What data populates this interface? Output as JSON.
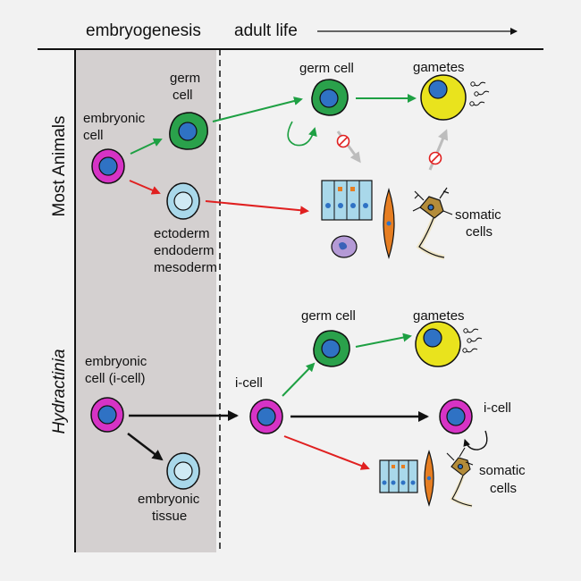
{
  "header": {
    "embryogenesis": "embryogenesis",
    "adult_life": "adult life"
  },
  "sections": {
    "most_animals": "Most Animals",
    "hydractinia": "Hydractinia"
  },
  "top": {
    "embryonic_cell_1": "embryonic",
    "embryonic_cell_2": "cell",
    "germ_cell_1": "germ",
    "germ_cell_2": "cell",
    "germ_cell_adult": "germ cell",
    "gametes": "gametes",
    "ectoderm": "ectoderm",
    "endoderm": "endoderm",
    "mesoderm": "mesoderm",
    "somatic_1": "somatic",
    "somatic_2": "cells"
  },
  "bottom": {
    "embryonic_cell_1": "embryonic",
    "embryonic_cell_2": "cell (i-cell)",
    "embryonic_tissue_1": "embryonic",
    "embryonic_tissue_2": "tissue",
    "icell_mid": "i-cell",
    "icell_right": "i-cell",
    "germ_cell": "germ cell",
    "gametes": "gametes",
    "somatic_1": "somatic",
    "somatic_2": "cells"
  },
  "colors": {
    "magenta": "#d633c5",
    "nucleus": "#2f72c4",
    "green": "#2aa14b",
    "light_blue": "#a9d8ea",
    "yellow": "#e9e31d",
    "arrow_green": "#1ea043",
    "arrow_red": "#e02020",
    "arrow_black": "#111111",
    "arrow_gray": "#bdbdbd",
    "shade": "#d4d0d0"
  }
}
